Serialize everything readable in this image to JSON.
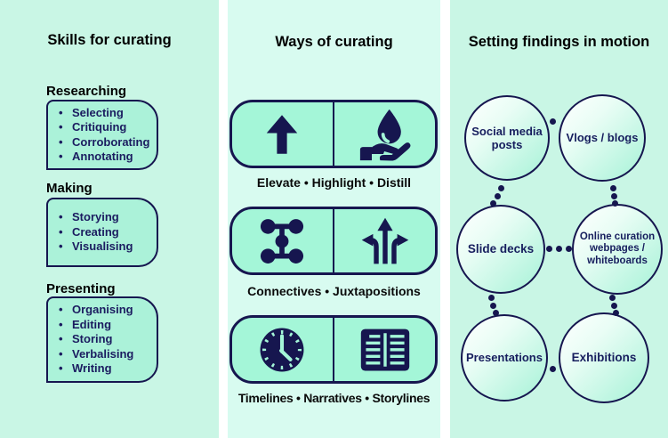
{
  "figure": {
    "left": {
      "title": "Skills for curating",
      "sections": [
        {
          "heading": "Researching",
          "items": [
            "Selecting",
            "Critiquing",
            "Corroborating",
            "Annotating"
          ]
        },
        {
          "heading": "Making",
          "items": [
            "Storying",
            "Creating",
            "Visualising"
          ]
        },
        {
          "heading": "Presenting",
          "items": [
            "Organising",
            "Editing",
            "Storing",
            "Verbalising",
            "Writing"
          ]
        }
      ]
    },
    "middle": {
      "title": "Ways of curating",
      "rows": [
        {
          "icons": [
            "arrow-up-icon",
            "hand-holding-droplet-icon"
          ],
          "label": "Elevate • Highlight • Distill"
        },
        {
          "icons": [
            "network-nodes-icon",
            "branching-arrows-icon"
          ],
          "label": "Connectives • Juxtapositions"
        },
        {
          "icons": [
            "clock-icon",
            "open-book-icon"
          ],
          "label": "Timelines • Narratives • Storylines"
        }
      ]
    },
    "right": {
      "title": "Setting findings in motion",
      "circles": [
        {
          "label": "Social media posts"
        },
        {
          "label": "Vlogs / blogs"
        },
        {
          "label": "Slide decks"
        },
        {
          "label": "Online curation webpages / whiteboards"
        },
        {
          "label": "Presentations"
        },
        {
          "label": "Exhibitions"
        }
      ]
    },
    "colors": {
      "navy": "#16164f",
      "panel_mint": "#c9f6e5",
      "panel_mint_light": "#d8fbf0",
      "box_mint": "#a4f6d8",
      "circle_gradient_end": "#a6f2d7"
    }
  }
}
